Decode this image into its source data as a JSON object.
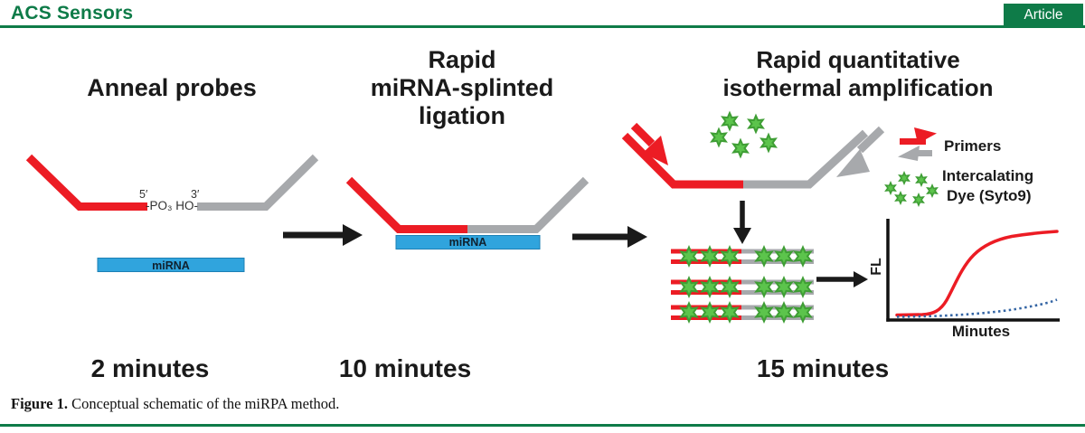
{
  "colors": {
    "brand_green": "#0e7b48",
    "probe_red": "#ec1c24",
    "probe_gray": "#a7a9ac",
    "mirna_blue": "#30a4dd",
    "dye_green": "#5cc44c",
    "dye_green_dark": "#3f9e35",
    "curve_blue": "#3465a4"
  },
  "header": {
    "journal": "ACS Sensors",
    "badge": "Article"
  },
  "panel1": {
    "title": "Anneal probes",
    "time": "2 minutes",
    "five_prime": "5′",
    "linkage": "-PO₃ HO-",
    "three_prime": "3′",
    "mirna_label": "miRNA"
  },
  "panel2": {
    "title_line1": "Rapid",
    "title_line2": "miRNA-splinted",
    "title_line3": "ligation",
    "time": "10 minutes",
    "mirna_label": "miRNA"
  },
  "panel3": {
    "title_line1": "Rapid quantitative",
    "title_line2": "isothermal amplification",
    "time": "15 minutes",
    "legend": {
      "primers": "Primers",
      "dye_line1": "Intercalating",
      "dye_line2": "Dye (Syto9)"
    },
    "graph": {
      "ylabel": "FL",
      "xlabel": "Minutes"
    }
  },
  "caption": {
    "label": "Figure 1.",
    "text": " Conceptual schematic of the miRPA method."
  },
  "chart_data": {
    "type": "line",
    "title": "",
    "xlabel": "Minutes",
    "ylabel": "FL",
    "axis_ticks_visible": false,
    "grid": false,
    "legend_position": "none",
    "series": [
      {
        "name": "red-solid-amplification-curve",
        "style": "solid",
        "color": "#ec1c24",
        "x_norm": [
          0.0,
          0.15,
          0.25,
          0.3,
          0.35,
          0.4,
          0.45,
          0.55,
          0.65,
          0.8,
          1.0
        ],
        "y_norm": [
          0.03,
          0.03,
          0.04,
          0.1,
          0.25,
          0.5,
          0.68,
          0.83,
          0.89,
          0.93,
          0.96
        ]
      },
      {
        "name": "blue-dotted-baseline-curve",
        "style": "dotted",
        "color": "#3465a4",
        "x_norm": [
          0.0,
          0.3,
          0.55,
          0.75,
          0.9,
          1.0
        ],
        "y_norm": [
          0.01,
          0.02,
          0.04,
          0.08,
          0.14,
          0.2
        ]
      }
    ]
  }
}
